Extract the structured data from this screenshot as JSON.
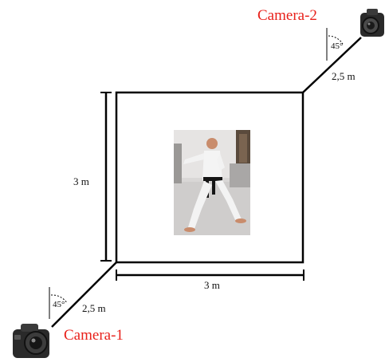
{
  "cameras": [
    {
      "label": "Camera-1",
      "angle": "45°",
      "distance": "2,5 m",
      "icon": "camera-icon"
    },
    {
      "label": "Camera-2",
      "angle": "45°",
      "distance": "2,5 m",
      "icon": "camera-icon"
    }
  ],
  "area": {
    "width": "3 m",
    "height": "3 m"
  },
  "subject": {
    "icon": "karate-athlete-photo"
  },
  "colors": {
    "label": "#e8201a",
    "lines": "#000000"
  }
}
